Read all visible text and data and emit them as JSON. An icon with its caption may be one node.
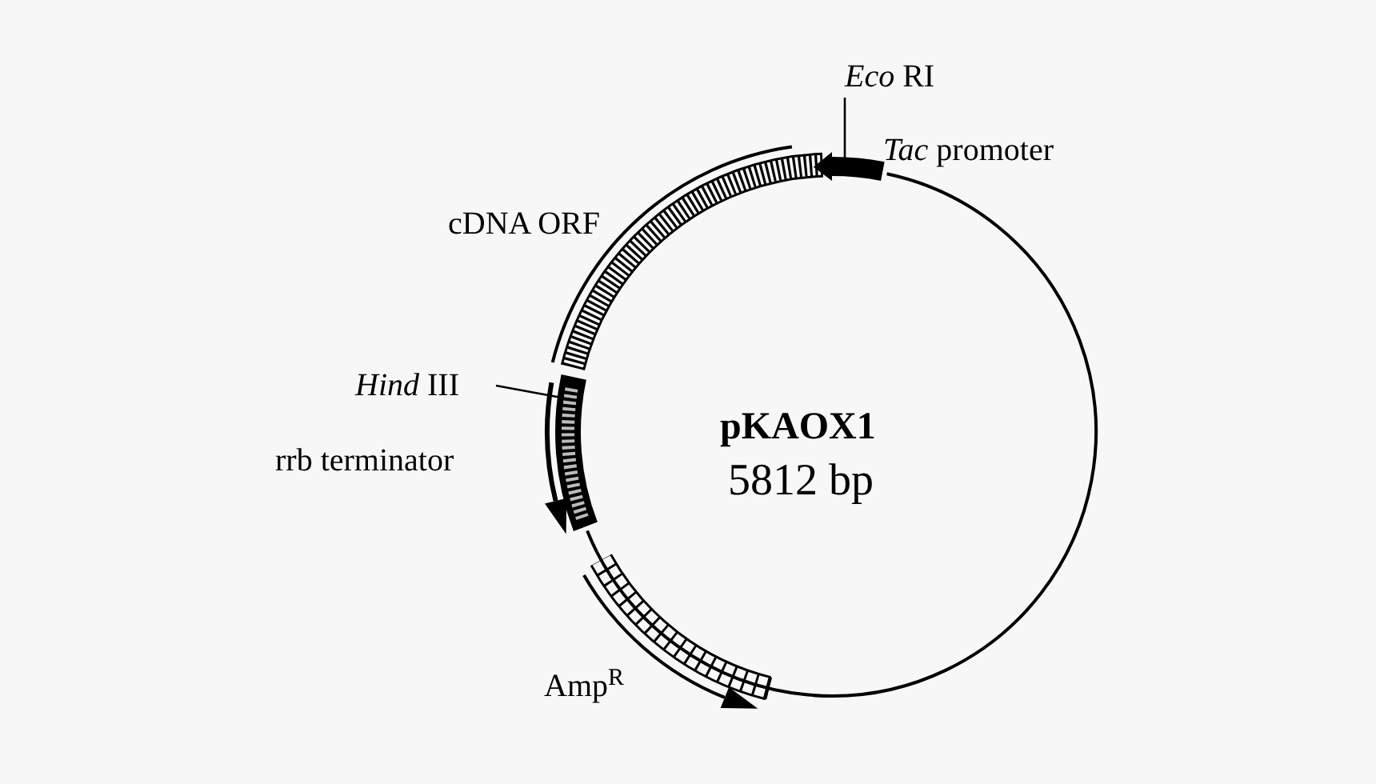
{
  "diagram": {
    "nodes": [
      {
        "text": [
          "*Eco* RI"
        ]
      },
      {
        "text": [
          "*Hind* III"
        ]
      }
    ],
    "edges": [
      {
        "from": 0,
        "to": null,
        "arrow": "none"
      },
      {
        "from": 1,
        "to": null,
        "arrow": "none"
      }
    ],
    "labels": [
      "*Tac* promoter",
      "cDNA ORF",
      "rrb terminator",
      "Amp$^{R}$",
      "pKAOX1",
      "5812 bp"
    ]
  }
}
